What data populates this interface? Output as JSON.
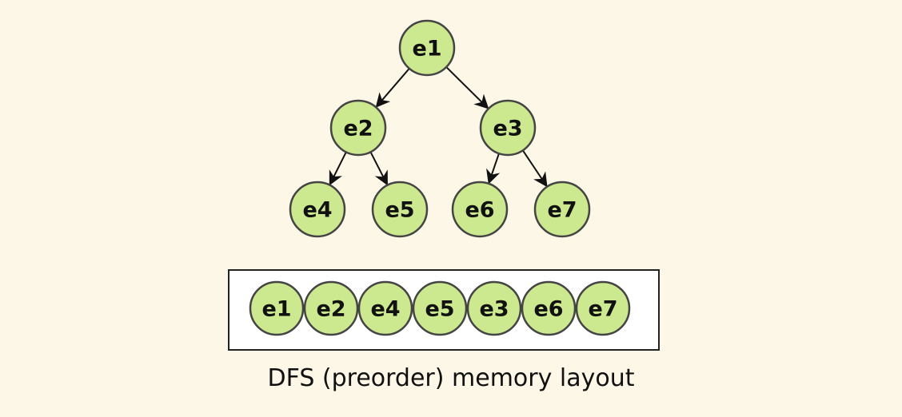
{
  "tree": {
    "nodes": [
      {
        "id": "e1",
        "label": "e1"
      },
      {
        "id": "e2",
        "label": "e2"
      },
      {
        "id": "e3",
        "label": "e3"
      },
      {
        "id": "e4",
        "label": "e4"
      },
      {
        "id": "e5",
        "label": "e5"
      },
      {
        "id": "e6",
        "label": "e6"
      },
      {
        "id": "e7",
        "label": "e7"
      }
    ],
    "edges": [
      {
        "from": "e1",
        "to": "e2"
      },
      {
        "from": "e1",
        "to": "e3"
      },
      {
        "from": "e2",
        "to": "e4"
      },
      {
        "from": "e2",
        "to": "e5"
      },
      {
        "from": "e3",
        "to": "e6"
      },
      {
        "from": "e3",
        "to": "e7"
      }
    ]
  },
  "memory_layout": {
    "order": [
      "e1",
      "e2",
      "e4",
      "e5",
      "e3",
      "e6",
      "e7"
    ]
  },
  "caption": "DFS (preorder) memory layout",
  "colors": {
    "background": "#fdf7e7",
    "node_fill": "#cde98f",
    "node_stroke": "#444444",
    "box_fill": "#ffffff"
  }
}
